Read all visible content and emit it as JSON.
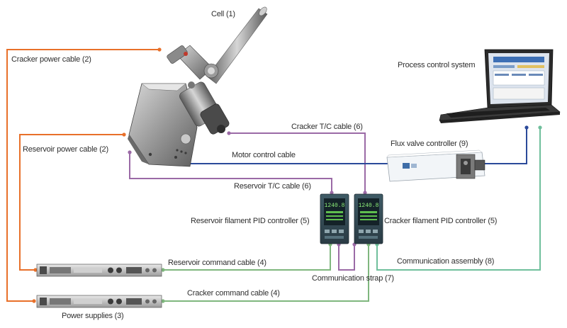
{
  "labels": {
    "cell": "Cell (1)",
    "cracker_power_cable": "Cracker power cable (2)",
    "process_control_system": "Process control system",
    "cracker_tc_cable": "Cracker T/C cable (6)",
    "reservoir_power_cable": "Reservoir power cable (2)",
    "flux_valve_controller": "Flux valve controller (9)",
    "motor_control_cable": "Motor control cable",
    "reservoir_tc_cable": "Reservoir T/C cable (6)",
    "reservoir_filament_pid": "Reservoir filament PID controller (5)",
    "cracker_filament_pid": "Cracker filament PID controller (5)",
    "communication_assembly": "Communication assembly (8)",
    "reservoir_command_cable": "Reservoir command cable (4)",
    "communication_strap": "Communication strap (7)",
    "cracker_command_cable": "Cracker command cable (4)",
    "power_supplies": "Power supplies (3)"
  },
  "pid_display": {
    "top_value": "1240.8",
    "bottom_value": "1240.8"
  },
  "colors": {
    "power_cable": "#e8702a",
    "tc_cable": "#9b6aa6",
    "motor_cable": "#2b4a9a",
    "command_cable": "#7fb77e",
    "assembly_cable": "#6fbf9c"
  }
}
